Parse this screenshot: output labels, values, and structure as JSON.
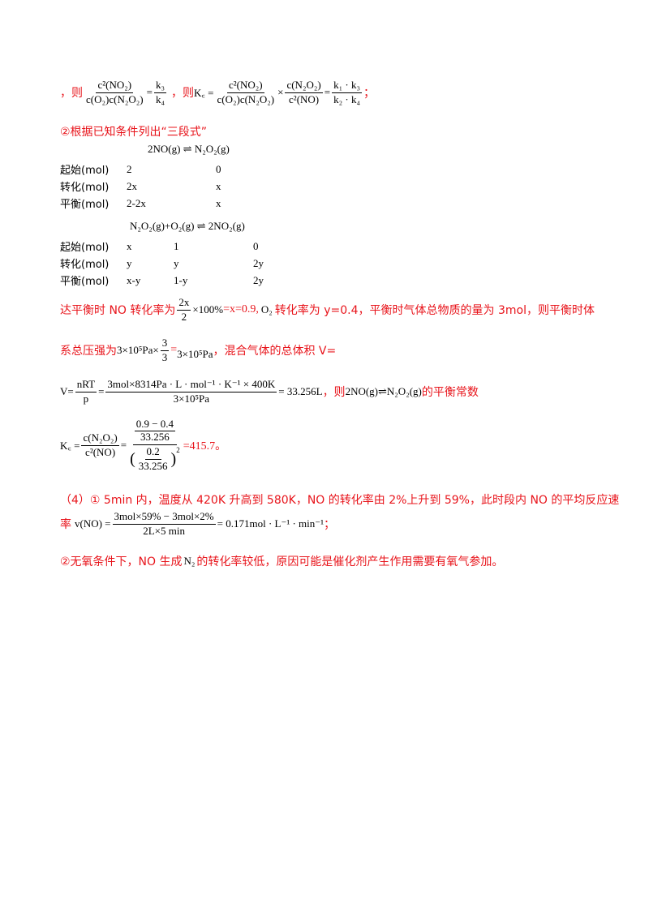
{
  "line1": {
    "ze": "，则",
    "eq1_num": "c²(NO₂)",
    "eq1_den": "c(O₂)c(N₂O₂)",
    "eq1_rhs_num": "k₃",
    "eq1_rhs_den": "k₄",
    "ze2": "，则",
    "kc": "K꜀ =",
    "eq2_f1_num": "c²(NO₂)",
    "eq2_f1_den": "c(O₂)c(N₂O₂)",
    "times": "×",
    "eq2_f2_num": "c(N₂O₂)",
    "eq2_f2_den": "c²(NO)",
    "eq2_rhs_num": "k₁ · k₃",
    "eq2_rhs_den": "k₂ · k₄",
    "end": "；"
  },
  "step2_title": "②根据已知条件列出“三段式”",
  "table1": {
    "reaction": "2NO(g) ⇌ N₂O₂(g)",
    "rows": [
      {
        "label": "起始(mol)",
        "a": "2",
        "b": "0"
      },
      {
        "label": "转化(mol)",
        "a": "2x",
        "b": "x"
      },
      {
        "label": "平衡(mol)",
        "a": "2-2x",
        "b": "x"
      }
    ]
  },
  "table2": {
    "reaction": "N₂O₂(g)+O₂(g) ⇌ 2NO₂(g)",
    "rows": [
      {
        "label": "起始(mol)",
        "a": "x",
        "b": "1",
        "c": "0"
      },
      {
        "label": "转化(mol)",
        "a": "y",
        "b": "y",
        "c": "2y"
      },
      {
        "label": "平衡(mol)",
        "a": "x-y",
        "b": "1-y",
        "c": "2y"
      }
    ]
  },
  "para1": {
    "t1": "达平衡时 NO 转化率为",
    "frac_num": "2x",
    "frac_den": "2",
    "t2": "×100%",
    "t3": "=x=0.9,",
    "o2": "O₂",
    "t4": "转化率为 y=0.4，平衡时气体总物质的量为 3mol，则平衡时体"
  },
  "para2": {
    "t1": "系总压强为",
    "p1": "3×10⁵Pa×",
    "frac_num": "3",
    "frac_den": "3",
    "eq": "=",
    "p2": "3×10⁵Pa",
    "t2": "，混合气体的总体积 V="
  },
  "para3": {
    "v": "V=",
    "f1_num": "nRT",
    "f1_den": "p",
    "eq1": "=",
    "f2_num": "3mol×8314Pa · L · mol⁻¹ · K⁻¹ × 400K",
    "f2_den": "3×10⁵Pa",
    "rhs": "= 33.256L",
    "t1": "，则",
    "rxn": "2NO(g)⇌N₂O₂(g)",
    "t2": "的平衡常数"
  },
  "para4": {
    "kc": "K꜀ =",
    "f1_num": "c(N₂O₂)",
    "f1_den": "c²(NO)",
    "eq": "=",
    "big_num_top": "0.9 − 0.4",
    "big_num_bot": "33.256",
    "inner_num": "0.2",
    "inner_den": "33.256",
    "sq": "2",
    "result": "=415.7。"
  },
  "para5": {
    "t1": "（4）① 5min 内，温度从 420K 升高到 580K，NO 的转化率由 2%上升到 59%，此时段内 NO 的平均反应速",
    "t2": "率",
    "vno": "v(NO) =",
    "f_num": "3mol×59% − 3mol×2%",
    "f_den": "2L×5 min",
    "rhs": "= 0.171mol · L⁻¹ · min⁻¹",
    "end": "；"
  },
  "para6": {
    "t1": "②无氧条件下，NO 生成",
    "n2": "N₂",
    "t2": "的转化率较低，原因可能是催化剂产生作用需要有氧气参加。"
  }
}
